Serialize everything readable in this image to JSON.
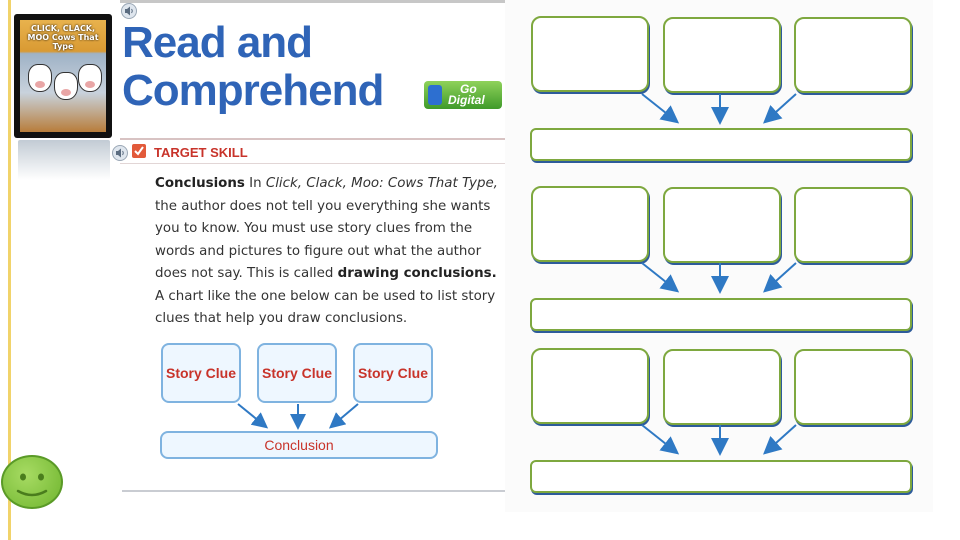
{
  "heading": {
    "line1": "Read and",
    "line2": "Comprehend"
  },
  "book_cover": {
    "title": "CLICK, CLACK, MOO Cows That Type"
  },
  "go_digital": {
    "go": "Go",
    "digital": "Digital"
  },
  "target_skill": {
    "label": "TARGET SKILL"
  },
  "body": {
    "term": "Conclusions",
    "intro": "In",
    "book_title": "Click, Clack, Moo: Cows That Type,",
    "lines": [
      "the author does not tell you everything she wants",
      "you to know. You must use story clues from the",
      "words and pictures to figure out what the author",
      "does not say. This is called"
    ],
    "emphasis": "drawing conclusions.",
    "lines_after": [
      "A chart like the one below can be used to list story",
      "clues that help you draw conclusions."
    ]
  },
  "mini_chart": {
    "clues": [
      "Story Clue",
      "Story Clue",
      "Story Clue"
    ],
    "conclusion": "Conclusion"
  },
  "colors": {
    "heading_blue": "#2f64b7",
    "skill_red": "#c8332a",
    "box_border_green": "#7ea83f",
    "arrow_blue": "#2f79c4",
    "smiley_green": "#8cc84b"
  },
  "icons": [
    "speaker-icon",
    "checkbox-icon",
    "device-icon",
    "smiley-icon"
  ]
}
